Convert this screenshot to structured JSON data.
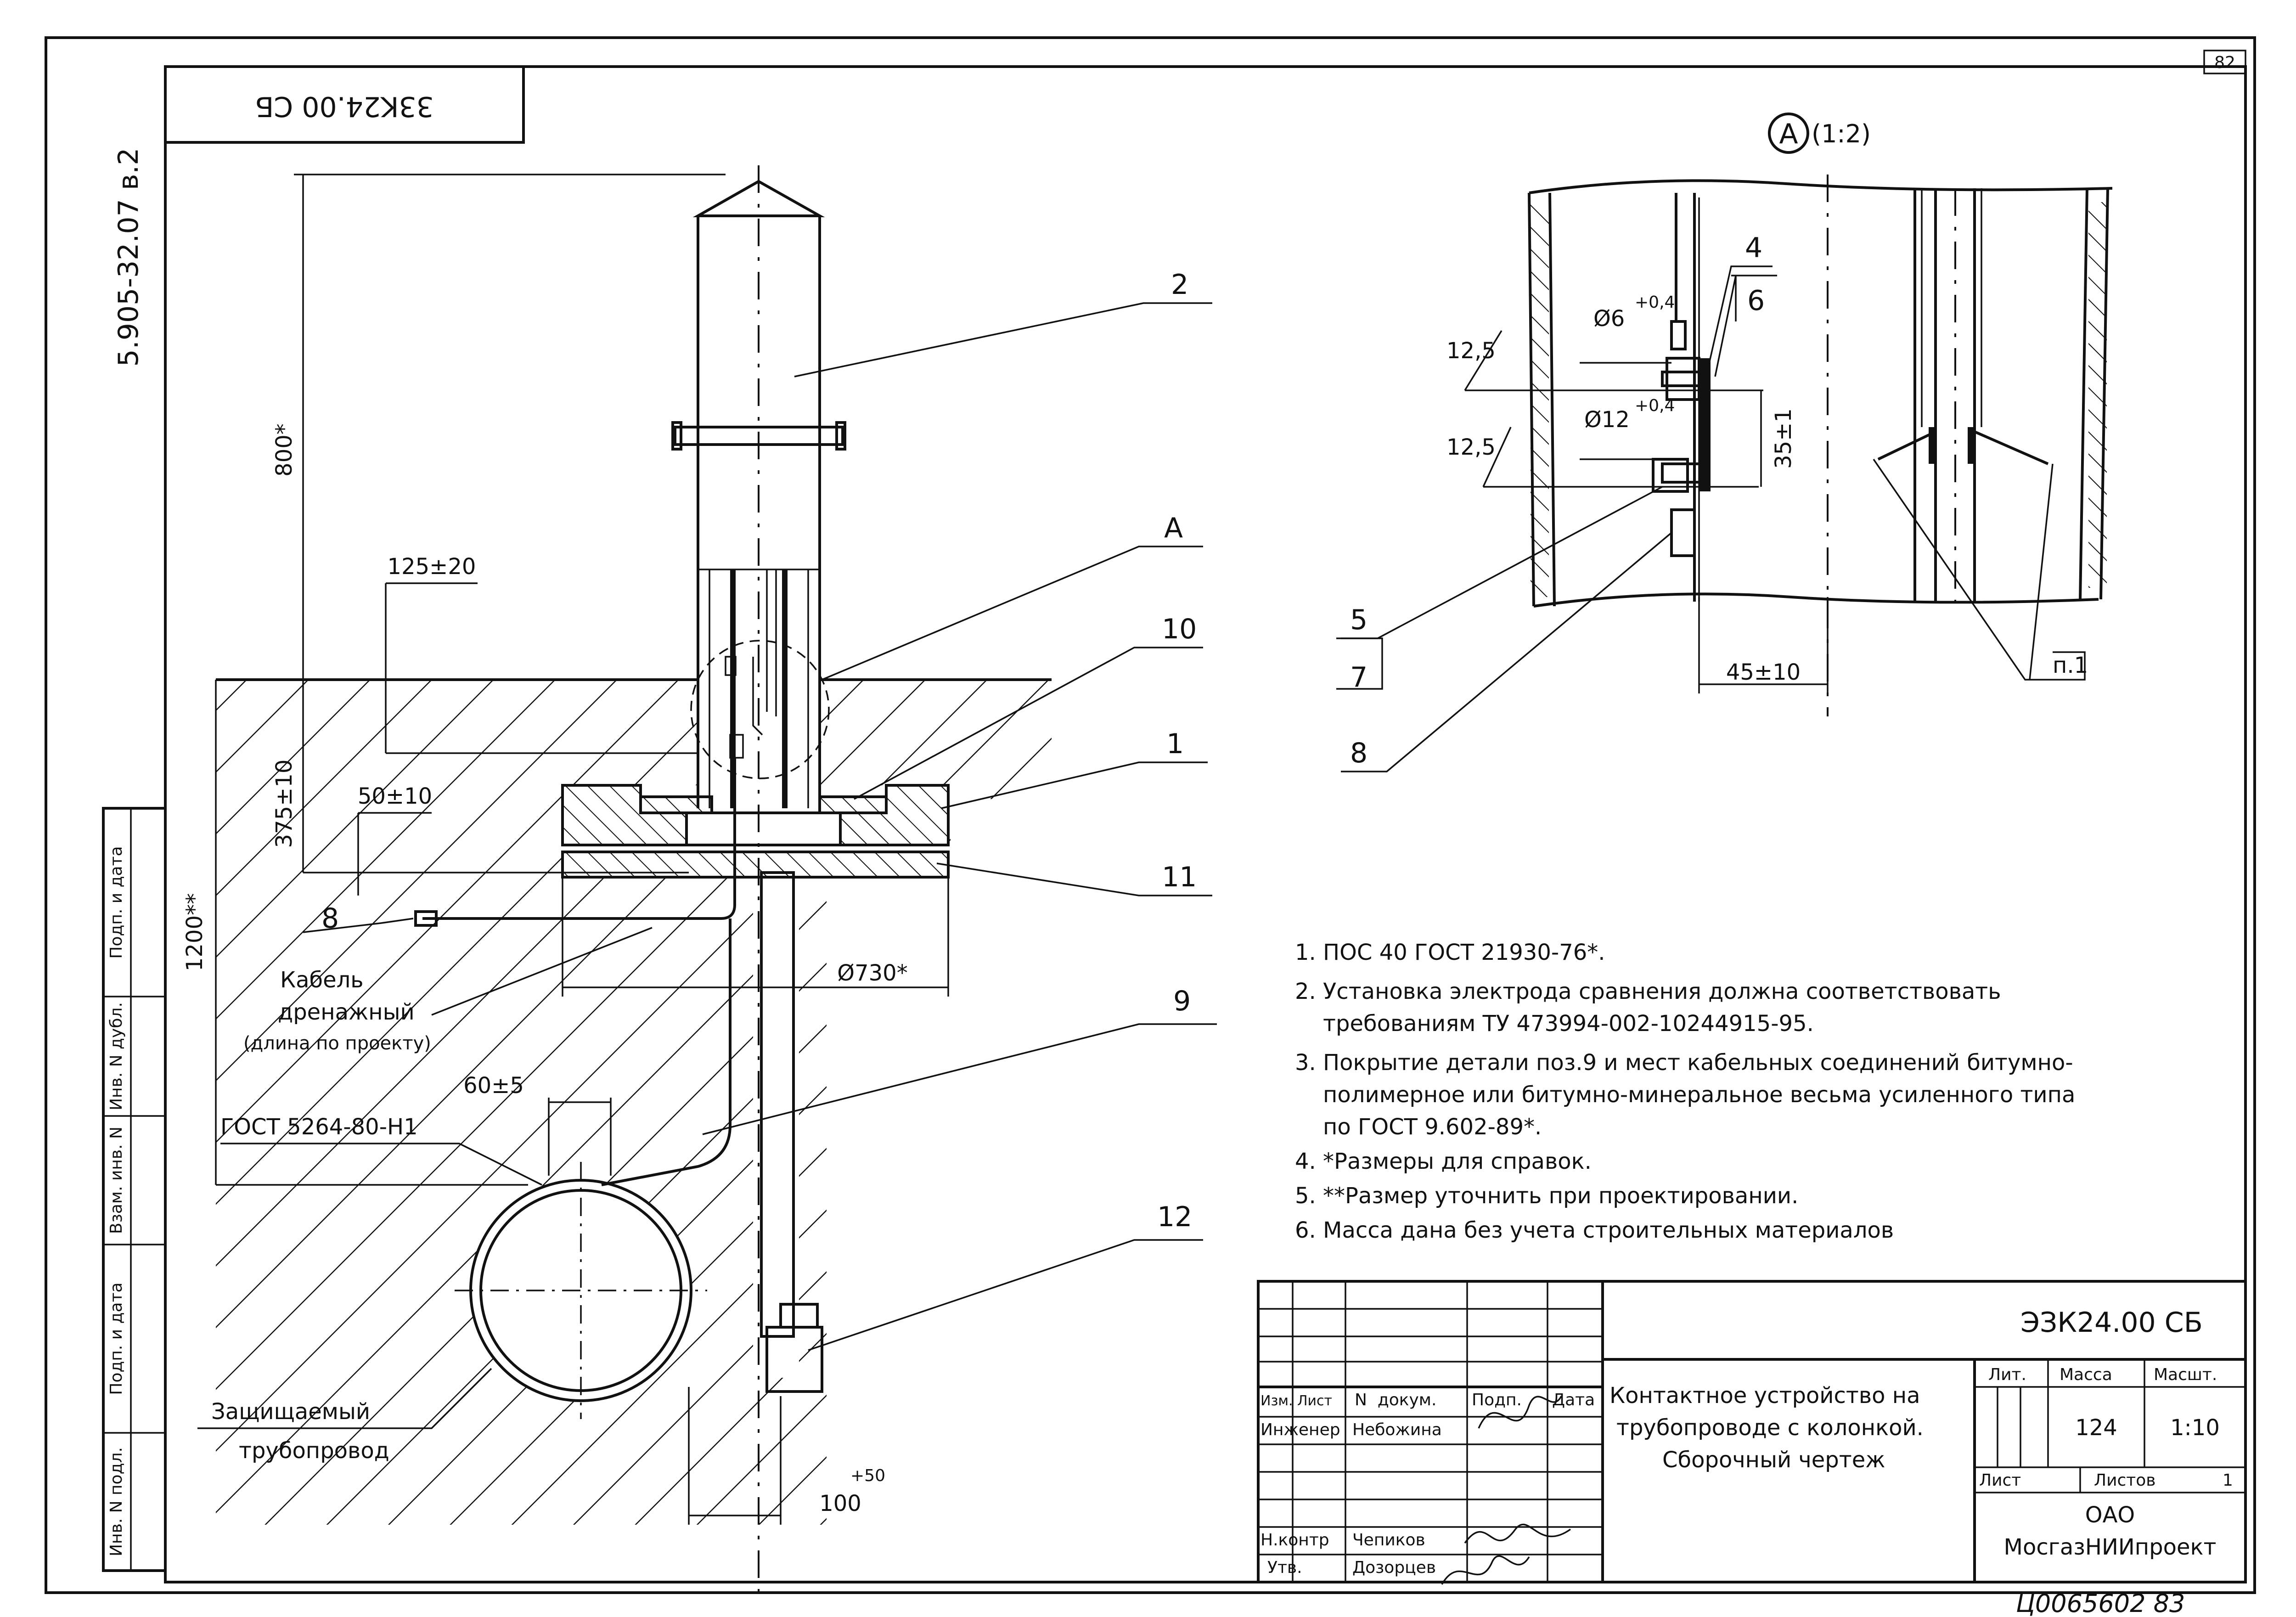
{
  "sheet": {
    "page_number": "82",
    "corner_code": "33K24.00 СБ",
    "side_code": "5.905-32.07 в.2",
    "signature_note": "Ц0065602  83"
  },
  "main_view": {
    "callouts": [
      "2",
      "А",
      "10",
      "1",
      "11",
      "9",
      "12",
      "8"
    ],
    "dimensions": {
      "d800": "800*",
      "d125": "125±20",
      "d375": "375±10",
      "d50": "50±10",
      "d1200": "1200**",
      "d730": "Ø730*",
      "d60": "60±5",
      "d100": "100",
      "d100_tol": "+50"
    },
    "labels": {
      "cable_1": "Кабель",
      "cable_2": "дренажный",
      "cable_3": "(длина по проекту)",
      "gost": "ГОСТ 5264-80-Н1",
      "pipe_1": "Защищаемый",
      "pipe_2": "трубопровод"
    }
  },
  "detail_view": {
    "title_letter": "А",
    "title_scale": "(1:2)",
    "callouts": [
      "4",
      "6",
      "5",
      "7",
      "8",
      "п.1"
    ],
    "dimensions": {
      "phi6": "Ø6",
      "phi6_tol": "+0,4",
      "phi12": "Ø12",
      "phi12_tol": "+0,4",
      "r1": "12,5",
      "r2": "12,5",
      "d35": "35±1",
      "d45": "45±10"
    }
  },
  "notes": [
    "1. ПОС 40 ГОСТ 21930-76*.",
    "2. Установка электрода сравнения должна соответствовать",
    "    требованиям ТУ 473994-002-10244915-95.",
    "3. Покрытие детали поз.9 и мест кабельных соединений битумно-",
    "    полимерное или битумно-минеральное весьма усиленного типа",
    "    по ГОСТ 9.602-89*.",
    "4. *Размеры для справок.",
    "5. **Размер уточнить при проектировании.",
    "6. Масса дана без учета строительных материалов"
  ],
  "title_block": {
    "designation": "ЭЗК24.00 СБ",
    "name_lines": [
      "Контактное устройство на",
      "трубопроводе с колонкой.",
      "Сборочный чертеж"
    ],
    "col_headers": [
      "Изм.",
      "Лист",
      "N  докум.",
      "Подп.",
      "Дата"
    ],
    "roles": [
      {
        "role": "Инженер",
        "name": "Небожина"
      },
      {
        "role": "Н.контр",
        "name": "Чепиков"
      },
      {
        "role": "Утв.",
        "name": "Дозорцев"
      }
    ],
    "lit_label": "Лит.",
    "mass_label": "Масса",
    "scale_label": "Масшт.",
    "mass": "124",
    "scale": "1:10",
    "sheet_label": "Лист",
    "sheets_label": "Листов",
    "sheets_value": "1",
    "org_1": "ОАО",
    "org_2": "МосгазНИИпроект"
  },
  "left_strip": [
    "Подп. и дата",
    "Инв. N дубл.",
    "Взам. инв. N",
    "Подп. и дата",
    "Инв. N подл."
  ]
}
